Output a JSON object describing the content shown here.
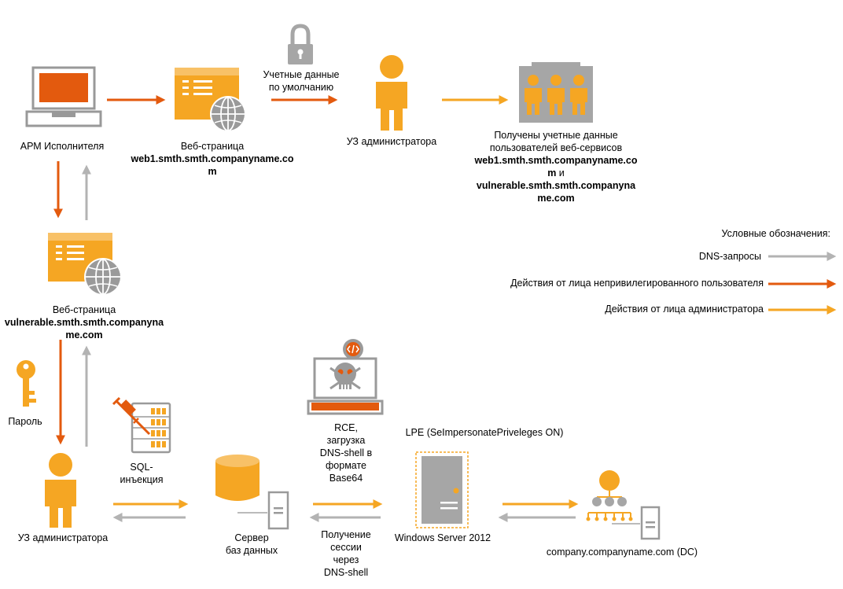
{
  "colors": {
    "orange_light": "#f5a623",
    "orange_dark": "#e35a0e",
    "gray": "#b3b3b3",
    "gray_dark": "#888888"
  },
  "nodes": {
    "arm": {
      "label": "АРМ Исполнителя"
    },
    "web1": {
      "line1": "Веб-страница",
      "line2": "web1.smth.smth.companyname.co",
      "line3": "m"
    },
    "creds_default": {
      "line1": "Учетные данные",
      "line2": "по умолчанию"
    },
    "admin_top": {
      "label": "УЗ администратора"
    },
    "obtained": {
      "line1": "Получены учетные данные",
      "line2": "пользователей веб-сервисов",
      "line3": "web1.smth.smth.companyname.co",
      "line4_bold": "m",
      "line4_rest": " и",
      "line5": "vulnerable.smth.smth.companyna",
      "line6": "me.com"
    },
    "vuln": {
      "line1": "Веб-страница",
      "line2": "vulnerable.smth.smth.companyna",
      "line3": "me.com"
    },
    "password": {
      "label": "Пароль"
    },
    "admin_bottom": {
      "label": "УЗ администратора"
    },
    "sqli": {
      "line1": "SQL-",
      "line2": "инъекция"
    },
    "db": {
      "line1": "Сервер",
      "line2": "баз данных"
    },
    "rce": {
      "line1": "RCE,",
      "line2": "загрузка",
      "line3": "DNS-shell в",
      "line4": "формате",
      "line5": "Base64"
    },
    "session": {
      "line1": "Получение",
      "line2": "сессии",
      "line3": "через",
      "line4": "DNS-shell"
    },
    "lpe": {
      "label": "LPE (SeImpersonatePriveleges ON)"
    },
    "winserver": {
      "label": "Windows Server 2012"
    },
    "dc": {
      "label": "company.companyname.com (DC)"
    }
  },
  "legend": {
    "title": "Условные обозначения:",
    "items": [
      {
        "label": "DNS-запросы",
        "color": "#b3b3b3"
      },
      {
        "label": "Действия от лица непривилегированного пользователя",
        "color": "#e35a0e"
      },
      {
        "label": "Действия от лица администратора",
        "color": "#f5a623"
      }
    ]
  }
}
